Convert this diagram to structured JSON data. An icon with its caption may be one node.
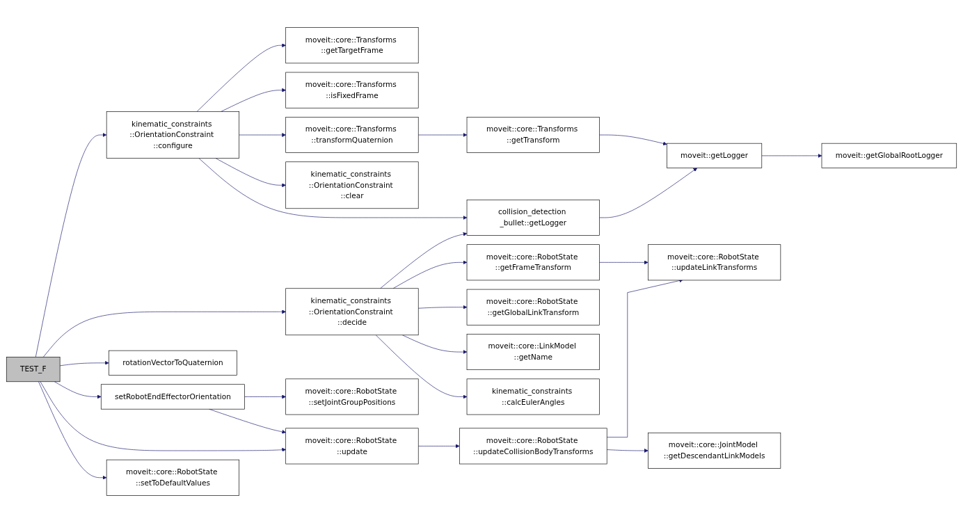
{
  "diagram": {
    "nodes": [
      {
        "text": [
          "TEST_F"
        ]
      },
      {
        "text": [
          "kinematic_constraints ::OrientationConstraint ::configure"
        ]
      },
      {
        "text": [
          "kinematic_constraints ::OrientationConstraint ::decide"
        ]
      },
      {
        "text": [
          "rotationVectorToQuaternion"
        ]
      },
      {
        "text": [
          "setRobotEndEffectorOrientation"
        ]
      },
      {
        "text": [
          "moveit::core::RobotState ::setToDefaultValues"
        ]
      },
      {
        "text": [
          "moveit::core::Transforms ::getTargetFrame"
        ]
      },
      {
        "text": [
          "moveit::core::Transforms ::isFixedFrame"
        ]
      },
      {
        "text": [
          "moveit::core::Transforms ::transformQuaternion"
        ]
      },
      {
        "text": [
          "kinematic_constraints ::OrientationConstraint ::clear"
        ]
      },
      {
        "text": [
          "collision_detection _bullet::getLogger"
        ]
      },
      {
        "text": [
          "moveit::core::RobotState ::getGlobalLinkTransform"
        ]
      },
      {
        "text": [
          "moveit::core::LinkModel ::getName"
        ]
      },
      {
        "text": [
          "kinematic_constraints ::calcEulerAngles"
        ]
      },
      {
        "text": [
          "moveit::core::RobotState ::setJointGroupPositions"
        ]
      },
      {
        "text": [
          "moveit::core::RobotState ::update"
        ]
      },
      {
        "text": [
          "moveit::core::Transforms ::getTransform"
        ]
      },
      {
        "text": [
          "moveit::core::RobotState ::getFrameTransform"
        ]
      },
      {
        "text": [
          "moveit::core::RobotState ::updateCollisionBodyTransforms"
        ]
      },
      {
        "text": [
          "moveit::getLogger"
        ]
      },
      {
        "text": [
          "moveit::core::RobotState ::updateLinkTransforms"
        ]
      },
      {
        "text": [
          "moveit::core::JointModel ::getDescendantLinkModels"
        ]
      },
      {
        "text": [
          "moveit::getGlobalRootLogger"
        ]
      }
    ],
    "edges": [
      {
        "from": 0,
        "to": 1,
        "arrow": "to"
      },
      {
        "from": 0,
        "to": 2,
        "arrow": "to"
      },
      {
        "from": 0,
        "to": 3,
        "arrow": "to"
      },
      {
        "from": 0,
        "to": 4,
        "arrow": "to"
      },
      {
        "from": 0,
        "to": 15,
        "arrow": "to"
      },
      {
        "from": 0,
        "to": 5,
        "arrow": "to"
      },
      {
        "from": 1,
        "to": 6,
        "arrow": "to"
      },
      {
        "from": 1,
        "to": 7,
        "arrow": "to"
      },
      {
        "from": 1,
        "to": 8,
        "arrow": "to"
      },
      {
        "from": 1,
        "to": 9,
        "arrow": "to"
      },
      {
        "from": 1,
        "to": 10,
        "arrow": "to"
      },
      {
        "from": 8,
        "to": 16,
        "arrow": "to"
      },
      {
        "from": 16,
        "to": 19,
        "arrow": "to"
      },
      {
        "from": 10,
        "to": 19,
        "arrow": "to"
      },
      {
        "from": 19,
        "to": 22,
        "arrow": "to"
      },
      {
        "from": 2,
        "to": 10,
        "arrow": "to"
      },
      {
        "from": 2,
        "to": 17,
        "arrow": "to"
      },
      {
        "from": 2,
        "to": 11,
        "arrow": "to"
      },
      {
        "from": 2,
        "to": 12,
        "arrow": "to"
      },
      {
        "from": 2,
        "to": 13,
        "arrow": "to"
      },
      {
        "from": 17,
        "to": 20,
        "arrow": "to"
      },
      {
        "from": 4,
        "to": 14,
        "arrow": "to"
      },
      {
        "from": 4,
        "to": 15,
        "arrow": "to"
      },
      {
        "from": 15,
        "to": 18,
        "arrow": "to"
      },
      {
        "from": 18,
        "to": 20,
        "arrow": "to"
      },
      {
        "from": 18,
        "to": 21,
        "arrow": "to"
      }
    ]
  }
}
